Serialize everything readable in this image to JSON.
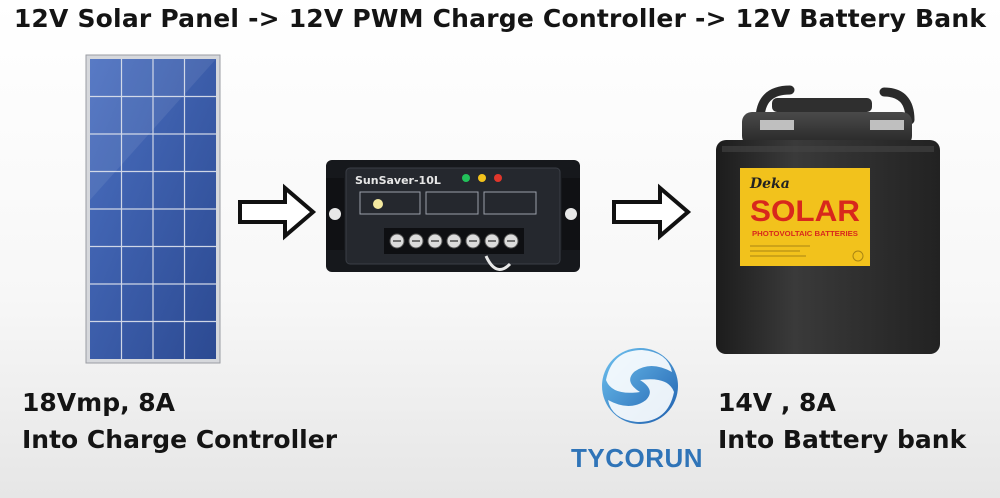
{
  "title": "12V Solar Panel -> 12V PWM Charge Controller -> 12V Battery Bank",
  "panel": {
    "caption_line1": "18Vmp, 8A",
    "caption_line2": "Into Charge Controller"
  },
  "controller": {
    "label": "SunSaver-10L"
  },
  "battery": {
    "caption_line1": "14V , 8A",
    "caption_line2": "Into Battery bank",
    "brand_label": "Deka",
    "product_label": "SOLAR",
    "sub_label": "PHOTOVOLTAIC BATTERIES"
  },
  "logo": {
    "brand_text": "TYCORUN"
  },
  "colors": {
    "panel_cell": "#3559a8",
    "battery_body": "#2b2b2b",
    "battery_label": "#f2c21c",
    "battery_label_text": "#d8281c",
    "logo_blue": "#2f74b8"
  }
}
